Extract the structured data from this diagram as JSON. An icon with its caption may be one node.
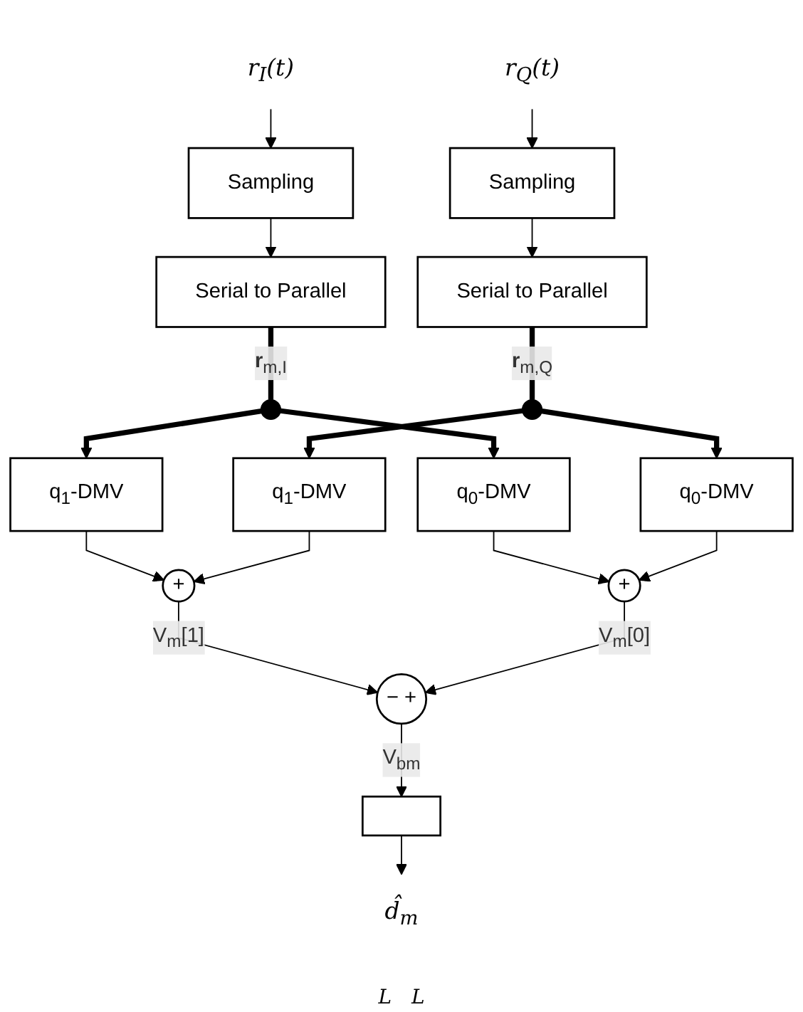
{
  "diagram": {
    "nodes": [
      {
        "text": [
          "r$_{I}$(t)"
        ]
      },
      {
        "text": [
          "Sampling"
        ]
      },
      {
        "text": [
          "Serial to Parallel"
        ]
      },
      {
        "text": [
          "r$_{Q}$(t)"
        ]
      },
      {
        "text": [
          "Sampling"
        ]
      },
      {
        "text": [
          "Serial to Parallel"
        ]
      },
      {
        "text": [],
        "shape": "circle"
      },
      {
        "text": [],
        "shape": "circle"
      },
      {
        "text": [
          "q$_{1}$-DMV"
        ]
      },
      {
        "text": [
          "q$_{0}$-DMV"
        ]
      },
      {
        "text": [
          "q$_{1}$-DMV"
        ]
      },
      {
        "text": [
          "q$_{0}$-DMV"
        ]
      },
      {
        "text": [
          "+"
        ]
      },
      {
        "text": [
          "+"
        ]
      },
      {
        "text": [
          "−",
          "+"
        ]
      },
      {
        "text": [],
        "shape": "box"
      },
      {
        "text": [
          "d̂$_{m}$"
        ]
      }
    ],
    "edges": [
      {
        "from": 0,
        "to": 1,
        "arrow": "to"
      },
      {
        "from": 1,
        "to": 2,
        "arrow": "to"
      },
      {
        "from": 2,
        "to": 6,
        "arrow": "none",
        "style": "thick",
        "label": "**r**$_{m,I}$"
      },
      {
        "from": 6,
        "to": 8,
        "arrow": "to",
        "style": "thick"
      },
      {
        "from": 6,
        "to": 9,
        "arrow": "to",
        "style": "thick"
      },
      {
        "from": 3,
        "to": 4,
        "arrow": "to"
      },
      {
        "from": 4,
        "to": 5,
        "arrow": "to"
      },
      {
        "from": 5,
        "to": 7,
        "arrow": "none",
        "style": "thick",
        "label": "**r**$_{m,Q}$"
      },
      {
        "from": 7,
        "to": 10,
        "arrow": "to",
        "style": "thick"
      },
      {
        "from": 7,
        "to": 11,
        "arrow": "to",
        "style": "thick"
      },
      {
        "from": 8,
        "to": 12,
        "arrow": "to"
      },
      {
        "from": 10,
        "to": 12,
        "arrow": "to"
      },
      {
        "from": 9,
        "to": 13,
        "arrow": "to"
      },
      {
        "from": 11,
        "to": 13,
        "arrow": "to"
      },
      {
        "from": 12,
        "to": 14,
        "arrow": "to",
        "label": "V$_{m}$[1]"
      },
      {
        "from": 13,
        "to": 14,
        "arrow": "to",
        "label": "V$_{m}$[0]"
      },
      {
        "from": 14,
        "to": 15,
        "arrow": "to",
        "label": "V$_{bm}$"
      },
      {
        "from": 15,
        "to": 16,
        "arrow": "to"
      }
    ],
    "labels": [
      "L",
      "L"
    ]
  }
}
